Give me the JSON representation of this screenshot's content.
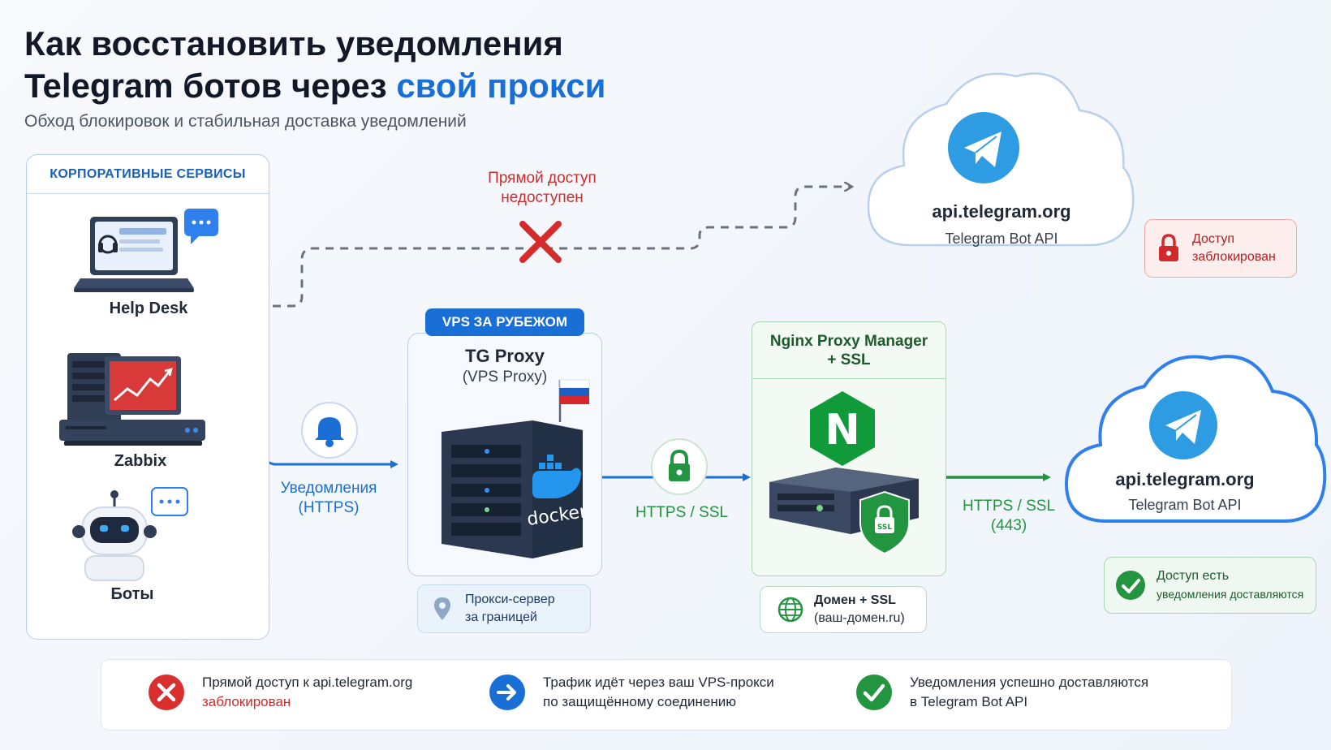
{
  "title": {
    "line1": "Как восстановить уведомления",
    "line2_plain": "Telegram ботов через ",
    "line2_accent": "свой прокси"
  },
  "subtitle": "Обход блокировок и стабильная доставка уведомлений",
  "corporate": {
    "header": "КОРПОРАТИВНЫЕ СЕРВИСЫ",
    "services": [
      "Help Desk",
      "Zabbix",
      "Боты"
    ]
  },
  "blocked_path": {
    "label_line1": "Прямой доступ",
    "label_line2": "недоступен"
  },
  "telegram_top": {
    "domain": "api.telegram.org",
    "caption": "Telegram Bot API",
    "status_line1": "Доступ",
    "status_line2": "заблокирован"
  },
  "notifications": {
    "label_line1": "Уведомления",
    "label_line2": "(HTTPS)"
  },
  "vps": {
    "badge": "VPS ЗА РУБЕЖОМ",
    "title": "TG Proxy",
    "subtitle": "(VPS Proxy)",
    "docker_label": "docker",
    "note_line1": "Прокси-сервер",
    "note_line2": "за границей"
  },
  "link_vps_nginx": {
    "label": "HTTPS / SSL"
  },
  "nginx": {
    "title_line1": "Nginx Proxy Manager",
    "title_line2": "+ SSL",
    "logo_letter": "N",
    "shield_text": "SSL",
    "note_line1": "Домен + SSL",
    "note_line2": "(ваш-домен.ru)"
  },
  "link_nginx_telegram": {
    "label_line1": "HTTPS / SSL",
    "label_line2": "(443)"
  },
  "telegram_bottom": {
    "domain": "api.telegram.org",
    "caption": "Telegram Bot API",
    "status_line1": "Доступ есть",
    "status_line2": "уведомления доставляются"
  },
  "legend": [
    {
      "line1": "Прямой доступ к api.telegram.org",
      "line2": "заблокирован",
      "icon": "x-circle-icon"
    },
    {
      "line1": "Трафик идёт через ваш VPS-прокси",
      "line2": "по защищённому соединению",
      "icon": "arrow-circle-icon"
    },
    {
      "line1": "Уведомления успешно доставляются",
      "line2": "в Telegram Bot API",
      "icon": "check-circle-icon"
    }
  ],
  "colors": {
    "blue": "#1a6fd6",
    "green": "#23943f",
    "red": "#d02a2a",
    "dashed_gray": "#6b7280"
  }
}
